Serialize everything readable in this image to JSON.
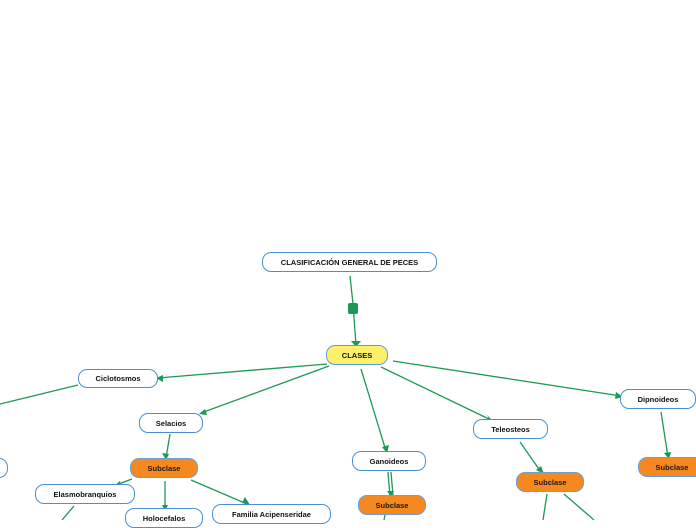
{
  "diagram": {
    "title": "CLASIFICACIÓN GENERAL DE PECES",
    "root": "CLASES",
    "classes": {
      "ciclotosmos": "Ciclotosmos",
      "selacios": "Selacios",
      "ganoideos": "Ganoideos",
      "teleosteos": "Teleosteos",
      "dipnoideos": "Dipnoideos"
    },
    "subclass_label": "Subclase",
    "selacios_children": {
      "elasmobranquios": "Elasmobranquios",
      "holocefalos": "Holocefalos",
      "acipenseridae": "Familia Acipenseridae"
    }
  },
  "colors": {
    "connector": "#1a9a55",
    "node_border": "#4a8fd6",
    "root_fill": "#fff06b",
    "subclass_fill": "#f5891f"
  }
}
